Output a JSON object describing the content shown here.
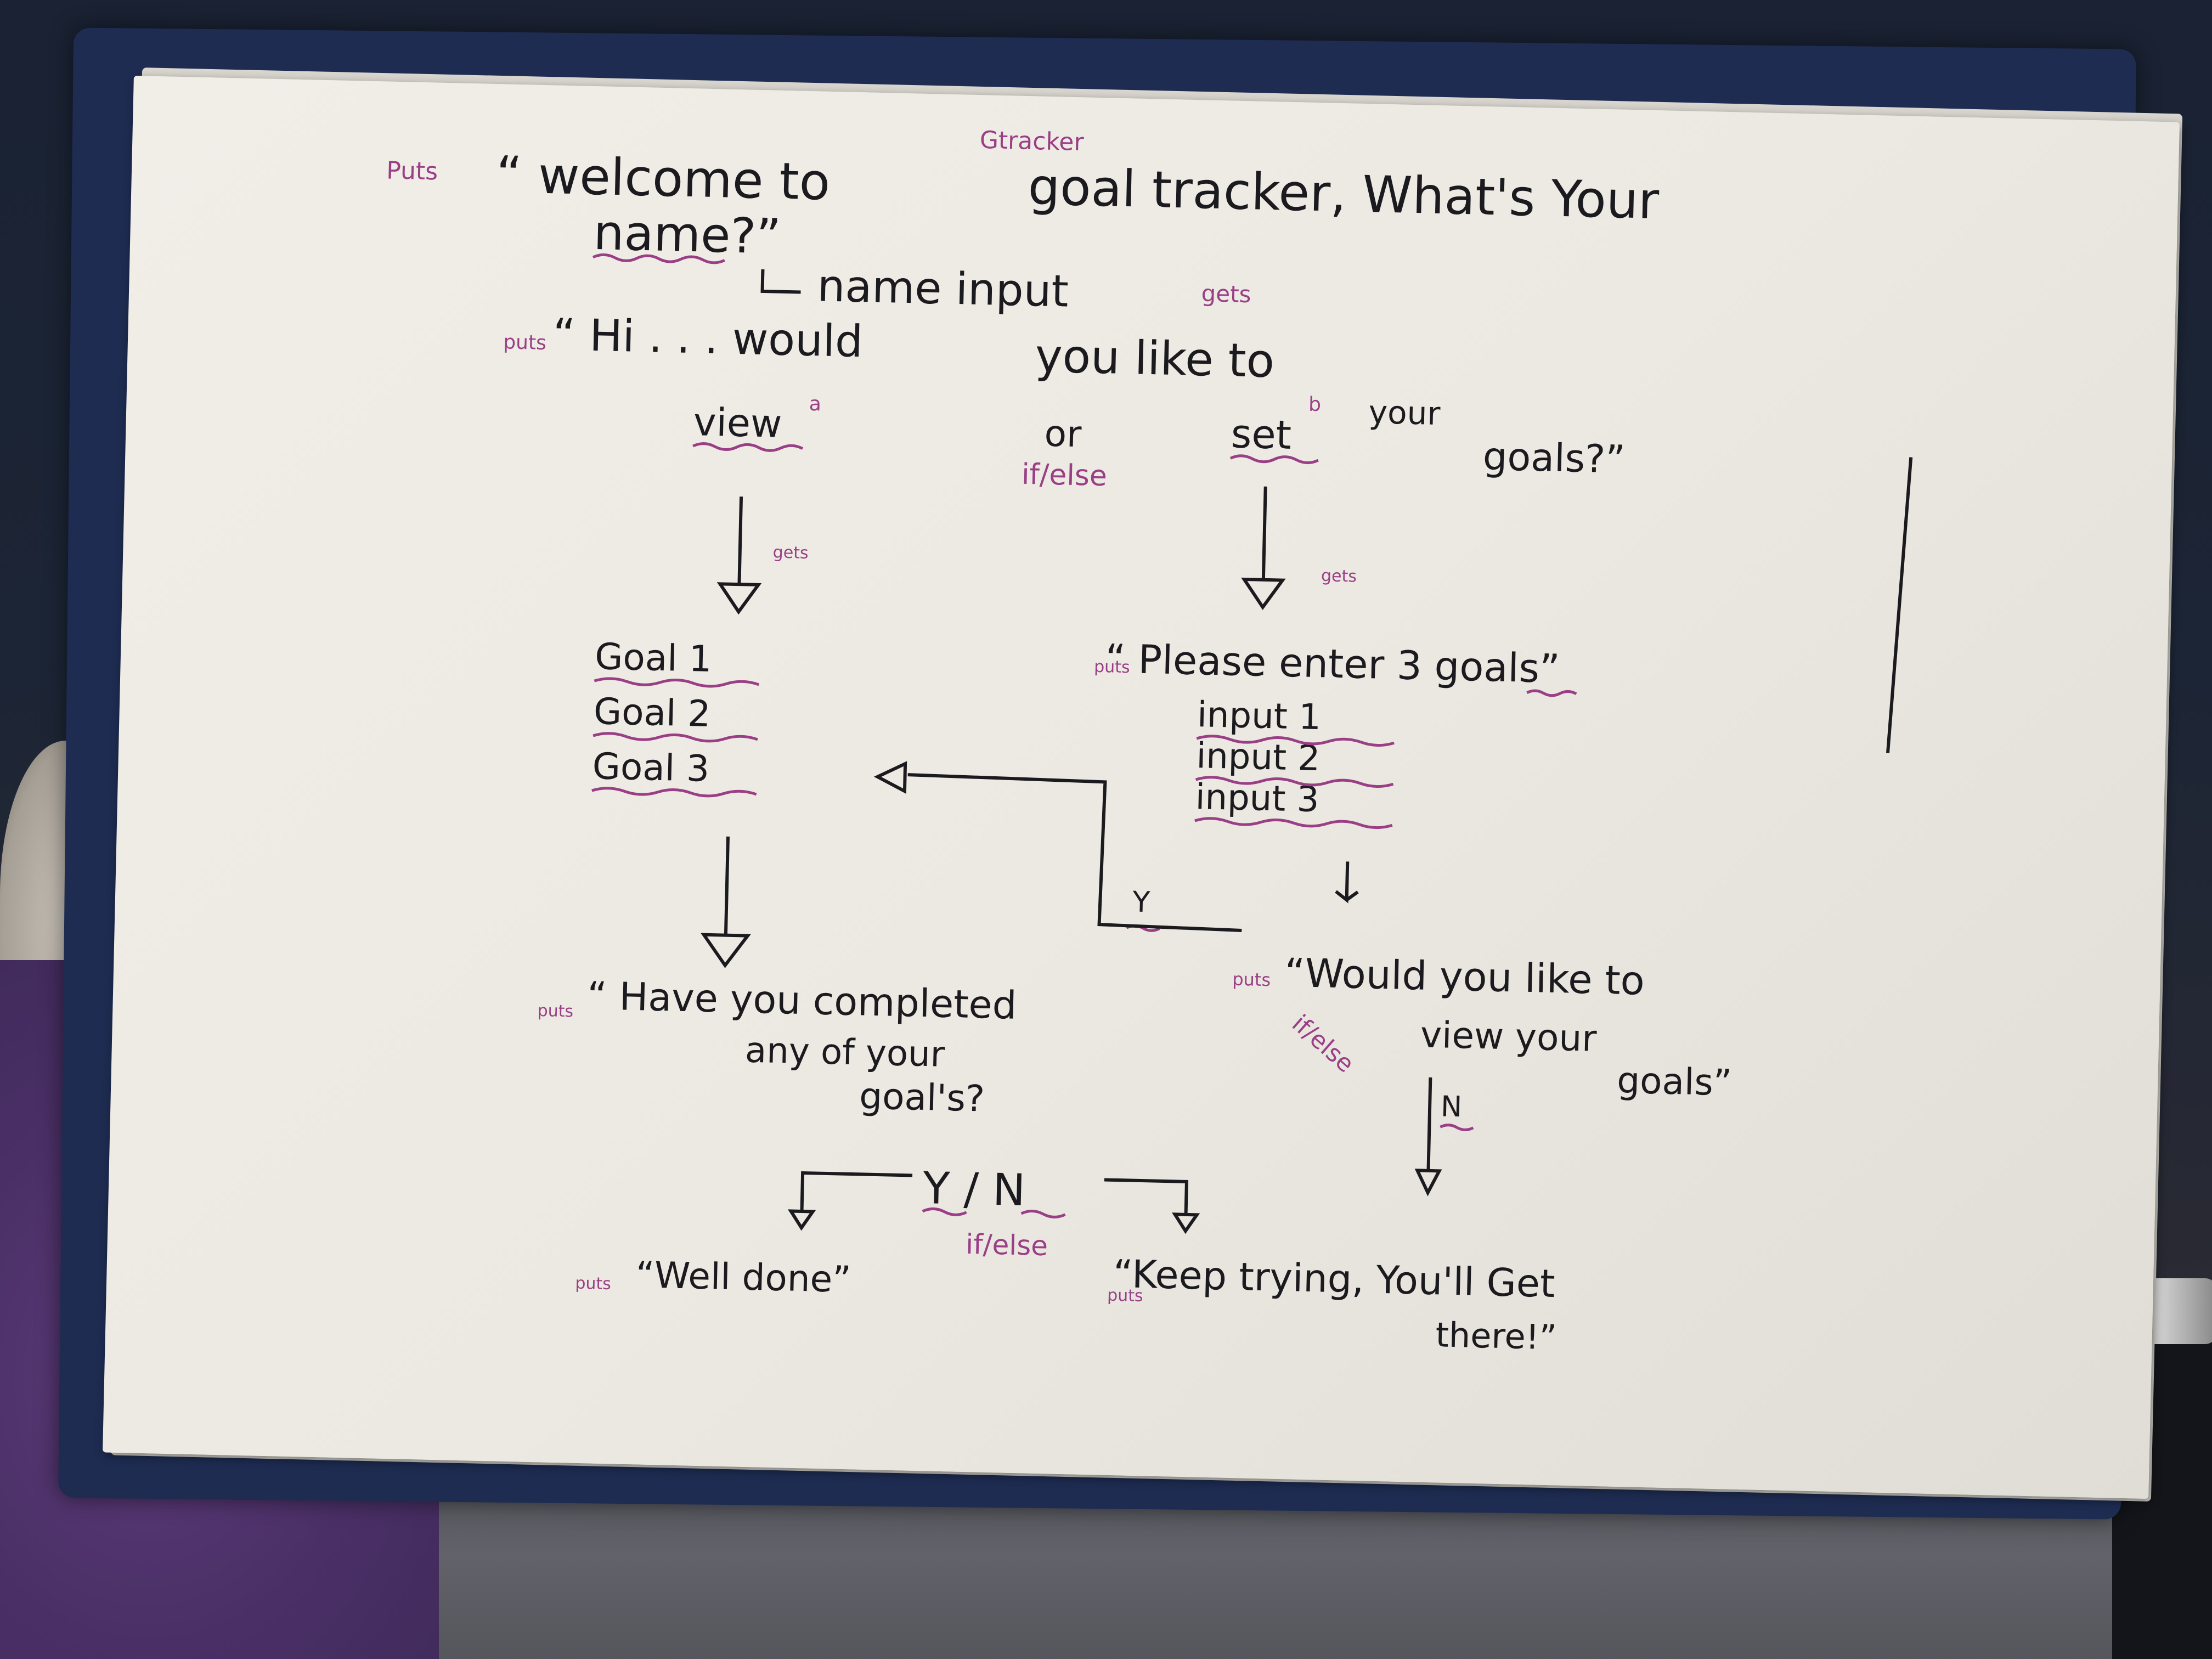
{
  "scene": {
    "description_hidden": "",
    "ink_black": "#1b1b1f",
    "ink_purple": "#9a3f86",
    "paper_color": "#eeebe5",
    "clipboard_color": "#1e2c52"
  },
  "notes": {
    "puts_1": "Puts",
    "line1": "“ welcome  to",
    "gtracker": "Gtracker",
    "goal_tracker": "goal tracker, What's Your",
    "name_q": "name?”",
    "name_input": "name  input",
    "gets_1": "gets",
    "puts_2": "puts",
    "hi_line": "“ Hi . . .  would",
    "you_like_to": "you like to",
    "view": "view",
    "a": "a",
    "or": "or",
    "ifelse_1": "if/else",
    "set": "set",
    "b": "b",
    "your": "your",
    "goals_q": "goals?”",
    "gets_2": "gets",
    "gets_3": "gets",
    "puts_3": "puts",
    "please_enter": "“ Please  enter  3  goals”",
    "goal1": "Goal 1",
    "goal2": "Goal 2",
    "goal3": "Goal 3",
    "input1": "input 1",
    "input2": "input 2",
    "input3": "input 3",
    "y_label": "Y",
    "puts_4": "puts",
    "would_you_like_view": "“Would  you  like  to",
    "view_your": "view   your",
    "goals_end": "goals”",
    "ifelse_2": "if/else",
    "n_label": "N",
    "puts_5": "puts",
    "have_you": "“ Have  you   completed",
    "any_of_your": "any   of   your",
    "goals_s": "goal's?",
    "yn": "Y / N",
    "ifelse_3": "if/else",
    "puts_6": "puts",
    "well_done": "“Well   done”",
    "puts_7": "puts",
    "keep_trying": "“Keep  trying,  You'll  Get",
    "there": "there!”"
  }
}
